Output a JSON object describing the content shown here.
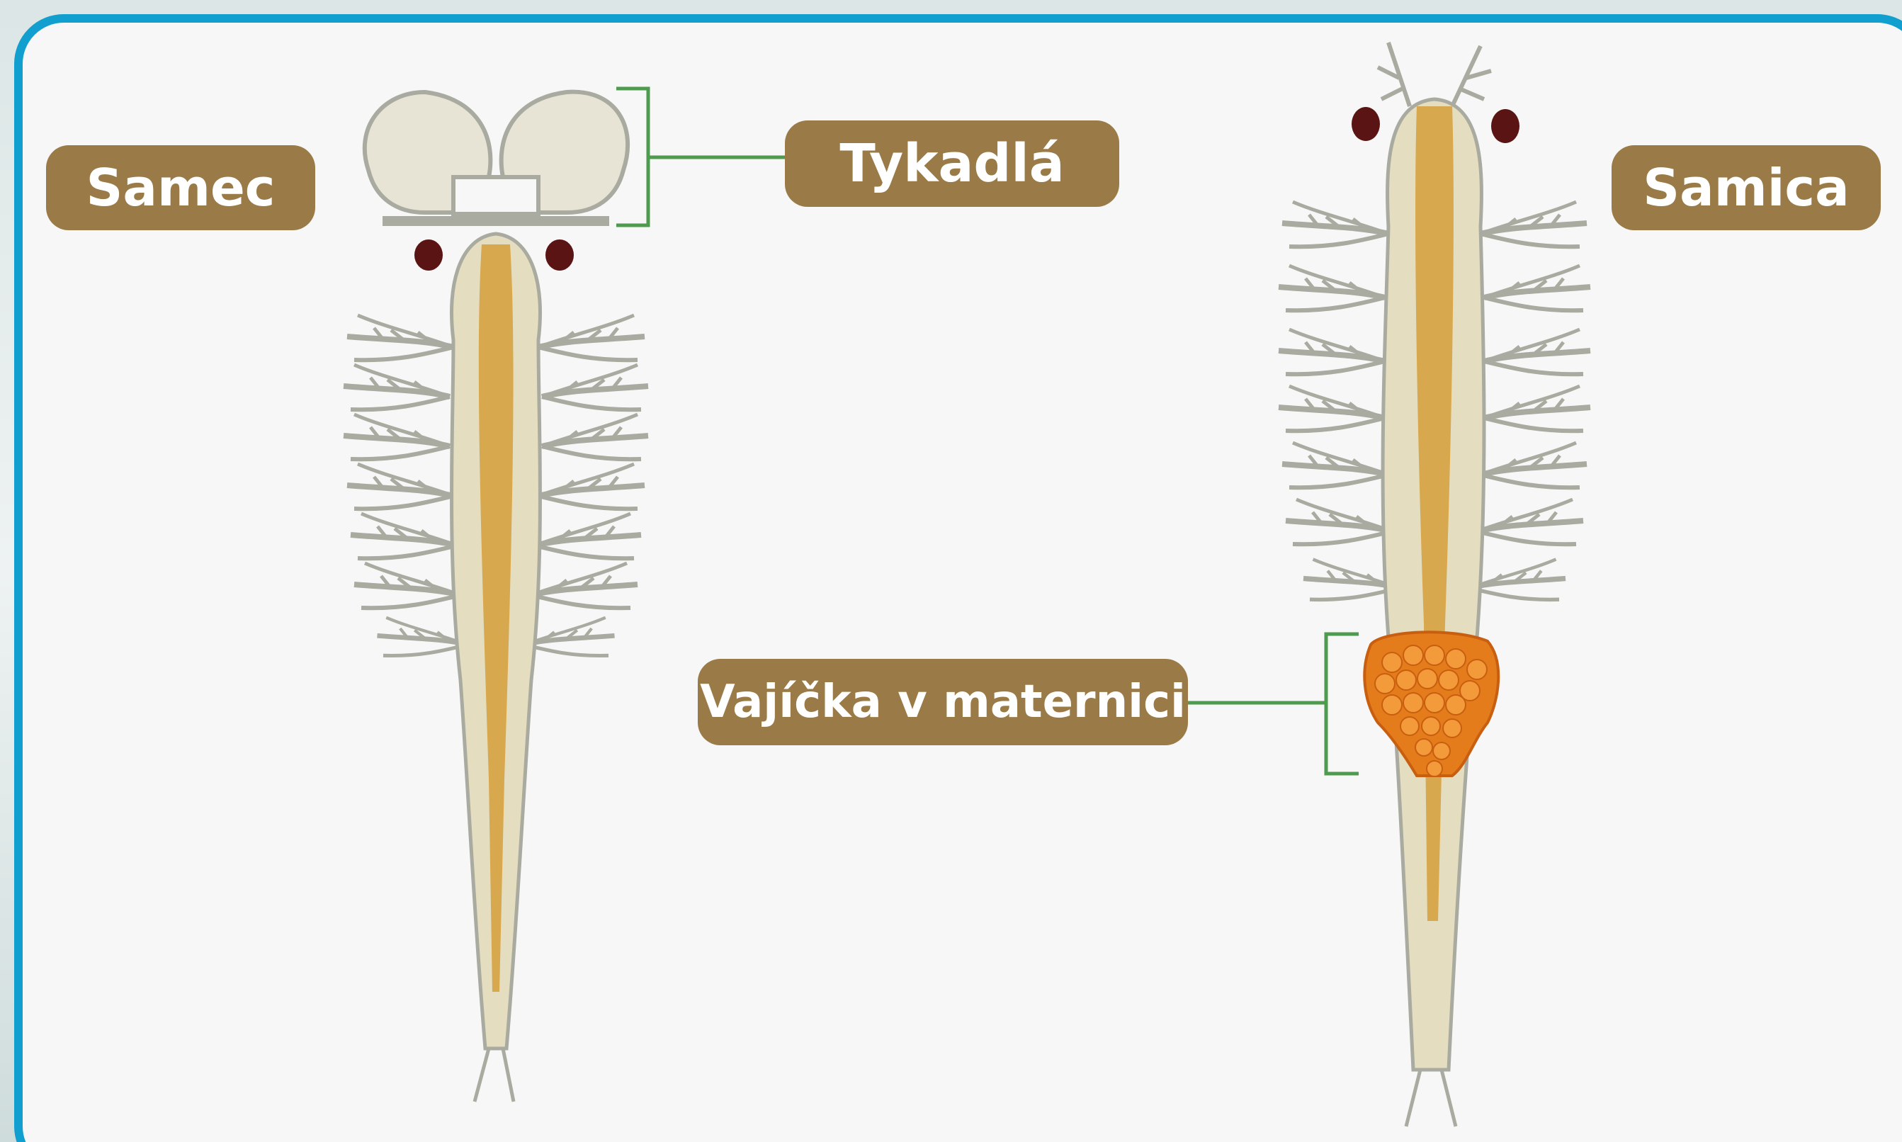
{
  "labels": {
    "male": "Samec",
    "antennae": "Tykadlá",
    "female": "Samica",
    "eggs": "Vajíčka v maternici"
  },
  "colors": {
    "frame": "#119fcf",
    "label_bg": "#9a7a46",
    "label_text": "#ffffff",
    "leader_line": "#4e9a4e",
    "body": "#e4ddbf",
    "gut": "#d8a84e",
    "eye": "#5a1414",
    "eggs": "#e57c1b"
  }
}
